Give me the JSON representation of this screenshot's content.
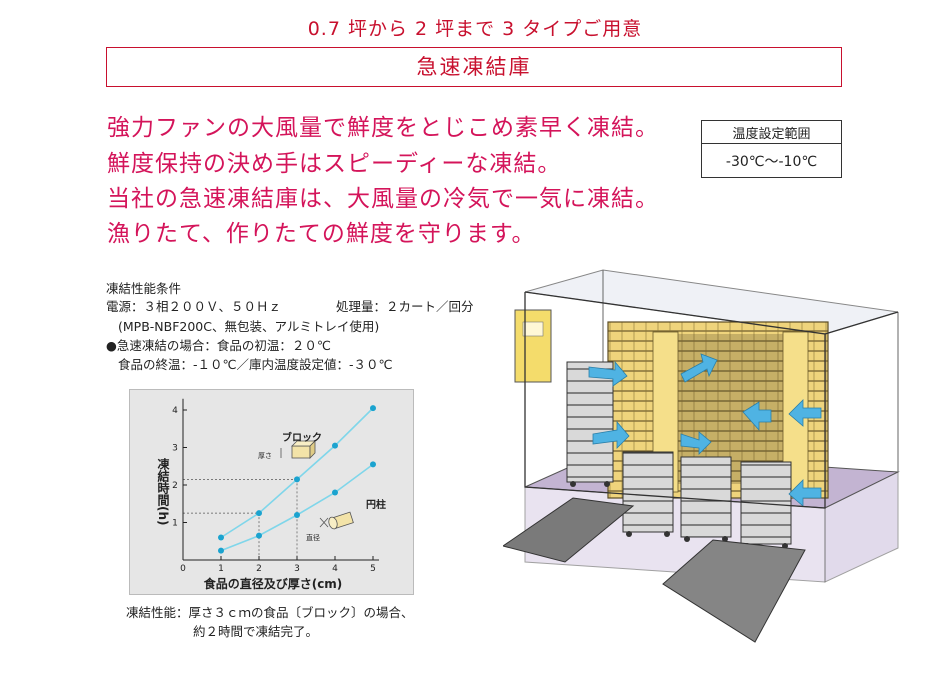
{
  "header": {
    "subtitle": "0.7 坪から 2 坪まで 3 タイプご用意",
    "title": "急速凍結庫"
  },
  "taglines": [
    "強力ファンの大風量で鮮度をとじこめ素早く凍結。",
    "鮮度保持の決め手はスピーディーな凍結。",
    "当社の急速凍結庫は、大風量の冷気で一気に凍結。",
    "漁りたて、作りたての鮮度を守ります。"
  ],
  "temp_table": {
    "header": "温度設定範囲",
    "value": "-30℃〜-10℃"
  },
  "conditions": {
    "heading": "凍結性能条件",
    "power": "電源：３相２００Ｖ、５０Ｈｚ",
    "capacity": "処理量：２カート／回分",
    "model": "(MPB-NBF200C、無包装、アルミトレイ使用)",
    "case": "●急速凍結の場合：食品の初温：２０℃",
    "final_temp": "食品の終温：-１０℃／庫内温度設定値：-３０℃"
  },
  "chart_data": {
    "type": "line",
    "xlabel": "食品の直径及び厚さ(cm)",
    "ylabel": "凍結時間(h)",
    "x_ticks": [
      "0",
      "1",
      "2",
      "3",
      "4",
      "5"
    ],
    "y_ticks": [
      "1",
      "2",
      "3",
      "4"
    ],
    "xlim": [
      0,
      5
    ],
    "ylim": [
      0,
      4.3
    ],
    "series": [
      {
        "name": "ブロック",
        "x": [
          1,
          2,
          3,
          4,
          5
        ],
        "values": [
          0.6,
          1.25,
          2.15,
          3.05,
          4.05
        ]
      },
      {
        "name": "円柱",
        "x": [
          1,
          2,
          3,
          4,
          5
        ],
        "values": [
          0.25,
          0.65,
          1.2,
          1.8,
          2.55
        ]
      }
    ],
    "annotations": {
      "block_dim": "厚さ",
      "cyl_dim": "直径"
    },
    "colors": {
      "line": "#7fd6ea",
      "point": "#1ba3cf",
      "background": "#e6e6e6"
    }
  },
  "footer": {
    "line1": "凍結性能：厚さ３ｃｍの食品〔ブロック〕の場合、",
    "line2": "約２時間で凍結完了。"
  },
  "illustration": {
    "colors": {
      "frame": "#4a4a4a",
      "rack": "#e9c96a",
      "arrow": "#4fb3e3",
      "floor": "#b9a8c9",
      "panel": "#f4dc6b"
    }
  }
}
